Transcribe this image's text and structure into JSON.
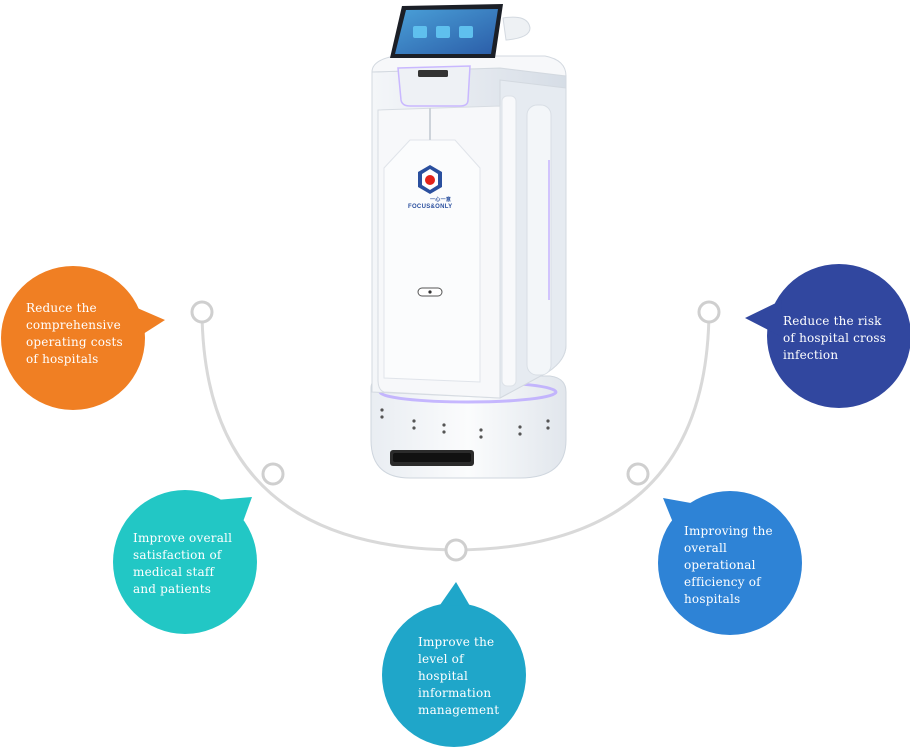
{
  "robot": {
    "brand": "FOCUS&ONLY",
    "brand_cn": "一心一意"
  },
  "benefits": [
    {
      "text": "Reduce the\ncomprehensive\noperating costs\nof hospitals",
      "color": "#f07f23"
    },
    {
      "text": "Improve overall\nsatisfaction of\nmedical staff\nand patients",
      "color": "#22c7c5"
    },
    {
      "text": "Improve the\nlevel of\nhospital\ninformation\nmanagement",
      "color": "#1fa6c9"
    },
    {
      "text": "Improving the\noverall\noperational\nefficiency of\nhospitals",
      "color": "#2e83d6"
    },
    {
      "text": "Reduce the risk\nof hospital cross\ninfection",
      "color": "#31479f"
    }
  ],
  "colors": {
    "arc": "#d9d9d9",
    "node_ring": "#cfcfcf",
    "robot_body": "#f3f5f8",
    "robot_glow": "#b9a6ff"
  }
}
